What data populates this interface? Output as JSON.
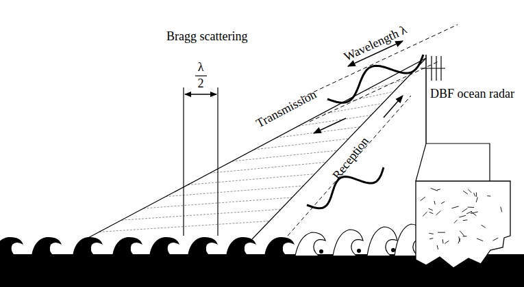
{
  "diagram": {
    "labels": [
      "Wavelength λ",
      "Bragg scattering",
      "λ",
      "2",
      "Transmission",
      "DBF ocean radar",
      "Reception"
    ]
  }
}
